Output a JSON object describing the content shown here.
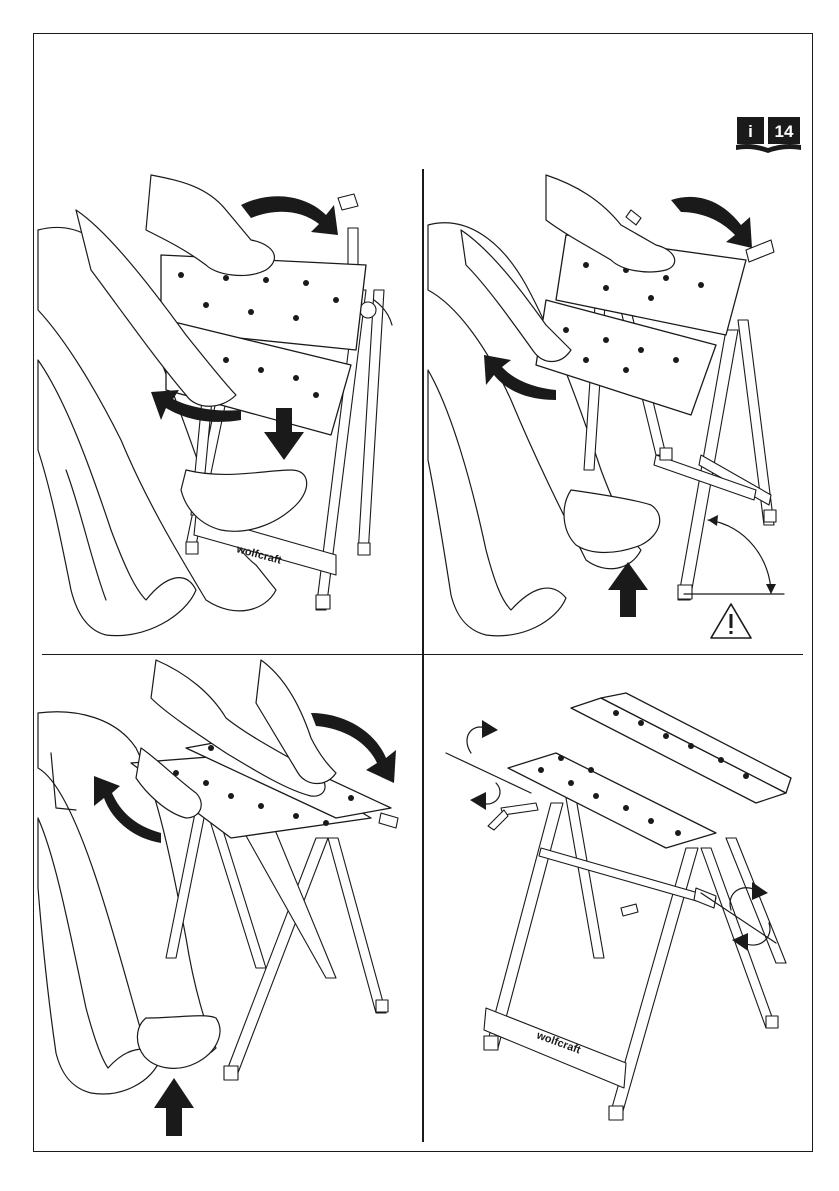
{
  "reference": {
    "icon": "info-book-icon",
    "letter": "i",
    "page_number": "14"
  },
  "branding": {
    "label": "wolfcraft"
  },
  "steps": [
    {
      "id": "fold-tops",
      "icons": [
        "curved-arrow-icon",
        "down-arrow-icon"
      ]
    },
    {
      "id": "push-legs",
      "icons": [
        "curved-arrow-icon",
        "up-arrow-icon",
        "angle-arc-icon",
        "warning-triangle-icon"
      ]
    },
    {
      "id": "open-tops",
      "icons": [
        "curved-arrow-icon",
        "up-arrow-icon"
      ]
    },
    {
      "id": "turn-cranks",
      "icons": [
        "rotation-arrow-icon"
      ]
    }
  ],
  "colors": {
    "line": "#1a1a1a",
    "paper": "#ffffff"
  }
}
